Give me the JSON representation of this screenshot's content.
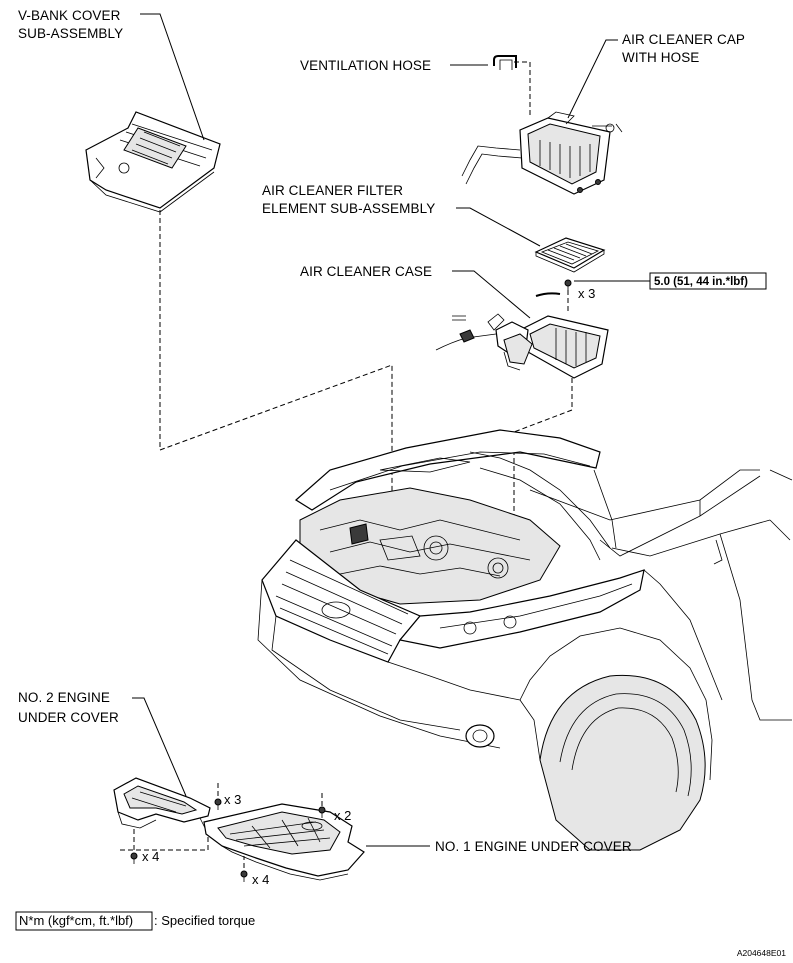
{
  "labels": {
    "v_bank_cover": [
      "V-BANK COVER",
      "SUB-ASSEMBLY"
    ],
    "ventilation_hose": "VENTILATION HOSE",
    "air_cleaner_cap": [
      "AIR CLEANER CAP",
      "WITH HOSE"
    ],
    "air_cleaner_filter": [
      "AIR CLEANER FILTER",
      "ELEMENT SUB-ASSEMBLY"
    ],
    "air_cleaner_case": "AIR CLEANER CASE",
    "torque_value": "5.0 (51, 44 in.*lbf)",
    "no2_engine_under_cover": [
      "NO. 2 ENGINE",
      "UNDER COVER"
    ],
    "no1_engine_under_cover": "NO. 1 ENGINE UNDER COVER"
  },
  "quantities": {
    "case_bolts": "x 3",
    "no2_cover_bolts_top": "x 3",
    "no2_cover_bolts_bottom": "x 4",
    "no1_cover_bolts_top": "x 2",
    "no1_cover_bolts_bottom": "x 4"
  },
  "legend": {
    "unit": "N*m (kgf*cm, ft.*lbf)",
    "text": ": Specified torque"
  },
  "figure_code": "A204648E01"
}
